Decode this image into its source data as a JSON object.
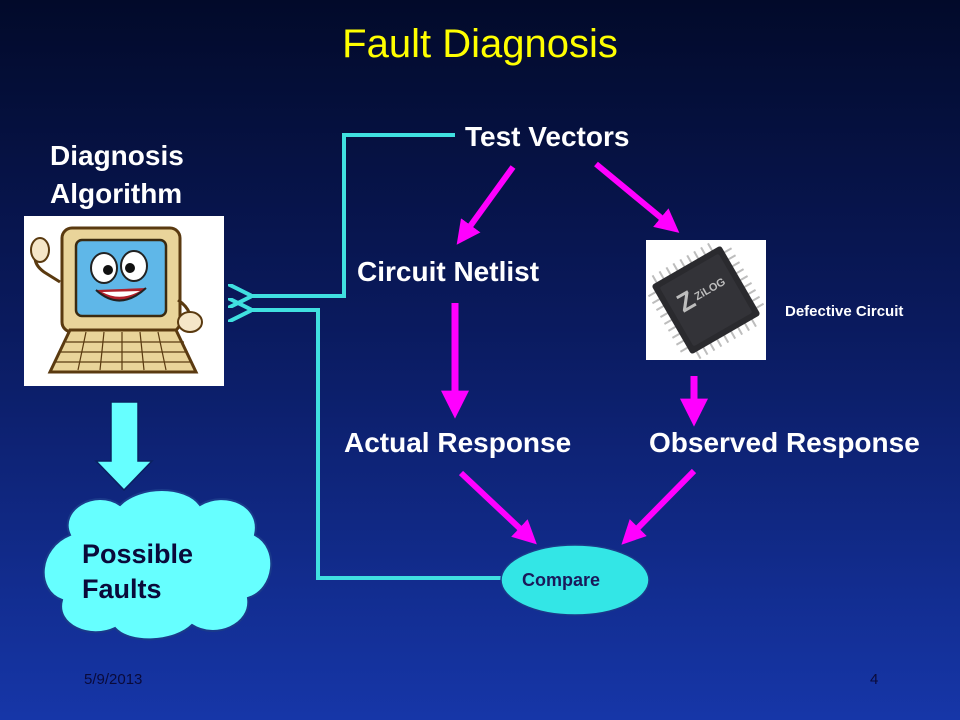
{
  "title": "Fault Diagnosis",
  "nodes": {
    "diagnosis_algorithm": "Diagnosis\nAlgorithm",
    "test_vectors": "Test Vectors",
    "circuit_netlist": "Circuit Netlist",
    "defective_circuit": "Defective Circuit",
    "actual_response": "Actual Response",
    "observed_response": "Observed Response",
    "compare": "Compare",
    "possible_faults": "Possible\nFaults"
  },
  "chip_logo_text": "ZiLOG",
  "footer": {
    "date": "5/9/2013",
    "page": "4"
  },
  "colors": {
    "title": "#ffff00",
    "magenta_arrow": "#ff00ff",
    "cyan_path": "#40e0e0",
    "compare_fill": "#33e6e6",
    "cloud_fill": "#66ffff",
    "big_arrow_fill": "#66ffff"
  }
}
